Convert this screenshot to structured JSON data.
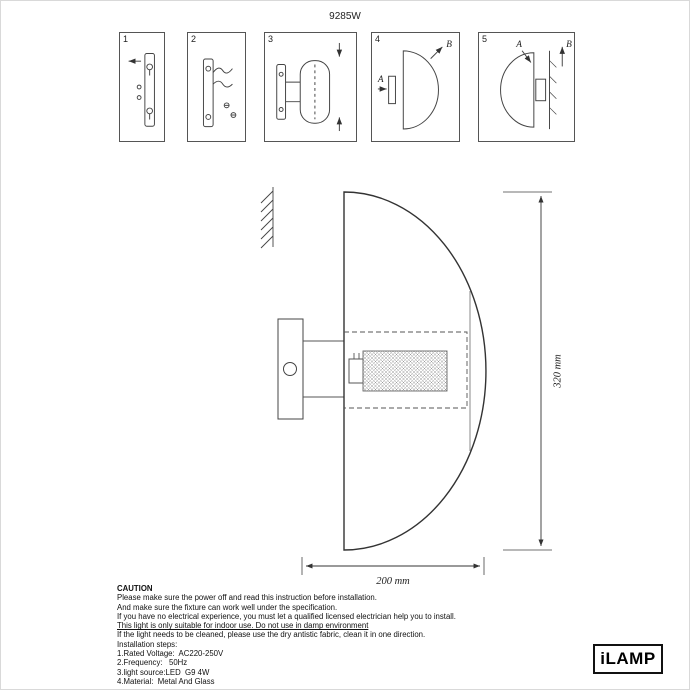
{
  "page": {
    "model": "9285W"
  },
  "steps": {
    "labels": [
      "1",
      "2",
      "3",
      "4",
      "5"
    ],
    "marker_a": "A",
    "marker_b": "B"
  },
  "diagram": {
    "height_label": "320 mm",
    "width_label": "200 mm"
  },
  "caution": {
    "title": "CAUTION",
    "lines": [
      "Please make sure the power off and read this instruction before installation.",
      "And make sure the fixture can work well under the specification.",
      "If you have no electrical experience, you must let a qualified licensed electrician help you to install.",
      "This light is only suitable for indoor use. Do not use in damp environment",
      "If the light needs to be cleaned, please use the dry antistic fabric, clean it in one direction."
    ],
    "installation_title": "Installation steps:",
    "specs": [
      "1.Rated Voltage:  AC220-250V",
      "2.Frequency:   50Hz",
      "3.light source:LED  G9 4W",
      "4.Material:  Metal And Glass"
    ]
  },
  "logo": {
    "text": "iLAMP"
  }
}
